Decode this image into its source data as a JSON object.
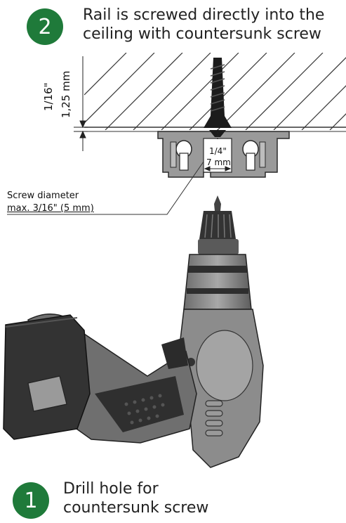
{
  "step2": {
    "number": "2",
    "line1": "Rail is screwed directly into the",
    "line2": "ceiling with countersunk screw",
    "color": "#1f7a3a"
  },
  "step1": {
    "number": "1",
    "line1": "Drill hole for",
    "line2": "countersunk screw",
    "color": "#1f7a3a"
  },
  "dimensions": {
    "imperial_height": "1/16\"",
    "metric_height": "1,25 mm",
    "slot_imperial": "1/4\"",
    "slot_metric": "7 mm"
  },
  "screw_note": {
    "line1": "Screw diameter",
    "line2": "max. 3/16\" (5 mm)"
  }
}
